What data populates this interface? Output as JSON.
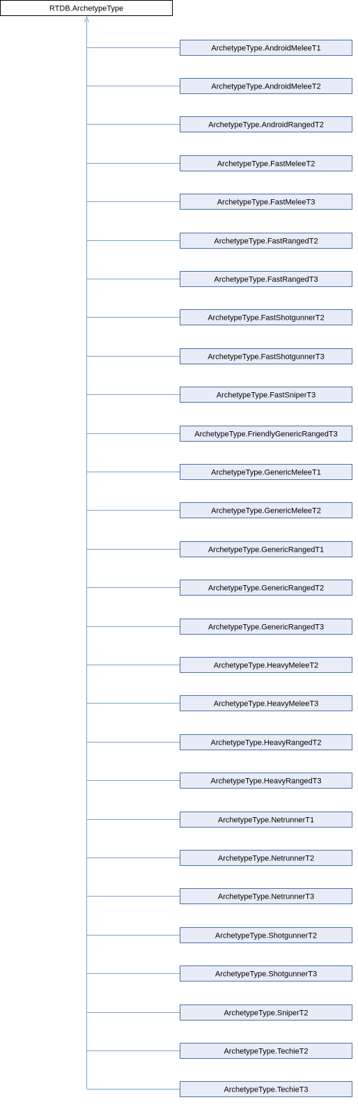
{
  "diagram": {
    "root": {
      "label": "RTDB.ArchetypeType"
    },
    "children": [
      {
        "label": "ArchetypeType.AndroidMeleeT1"
      },
      {
        "label": "ArchetypeType.AndroidMeleeT2"
      },
      {
        "label": "ArchetypeType.AndroidRangedT2"
      },
      {
        "label": "ArchetypeType.FastMeleeT2"
      },
      {
        "label": "ArchetypeType.FastMeleeT3"
      },
      {
        "label": "ArchetypeType.FastRangedT2"
      },
      {
        "label": "ArchetypeType.FastRangedT3"
      },
      {
        "label": "ArchetypeType.FastShotgunnerT2"
      },
      {
        "label": "ArchetypeType.FastShotgunnerT3"
      },
      {
        "label": "ArchetypeType.FastSniperT3"
      },
      {
        "label": "ArchetypeType.FriendlyGenericRangedT3"
      },
      {
        "label": "ArchetypeType.GenericMeleeT1"
      },
      {
        "label": "ArchetypeType.GenericMeleeT2"
      },
      {
        "label": "ArchetypeType.GenericRangedT1"
      },
      {
        "label": "ArchetypeType.GenericRangedT2"
      },
      {
        "label": "ArchetypeType.GenericRangedT3"
      },
      {
        "label": "ArchetypeType.HeavyMeleeT2"
      },
      {
        "label": "ArchetypeType.HeavyMeleeT3"
      },
      {
        "label": "ArchetypeType.HeavyRangedT2"
      },
      {
        "label": "ArchetypeType.HeavyRangedT3"
      },
      {
        "label": "ArchetypeType.NetrunnerT1"
      },
      {
        "label": "ArchetypeType.NetrunnerT2"
      },
      {
        "label": "ArchetypeType.NetrunnerT3"
      },
      {
        "label": "ArchetypeType.ShotgunnerT2"
      },
      {
        "label": "ArchetypeType.ShotgunnerT3"
      },
      {
        "label": "ArchetypeType.SniperT2"
      },
      {
        "label": "ArchetypeType.TechieT2"
      },
      {
        "label": "ArchetypeType.TechieT3"
      }
    ],
    "colors": {
      "root_fill": "#ffffff",
      "root_stroke": "#000000",
      "child_fill": "#e8ecf7",
      "child_stroke": "#4a6fa8",
      "connector": "#7da1cf"
    }
  }
}
